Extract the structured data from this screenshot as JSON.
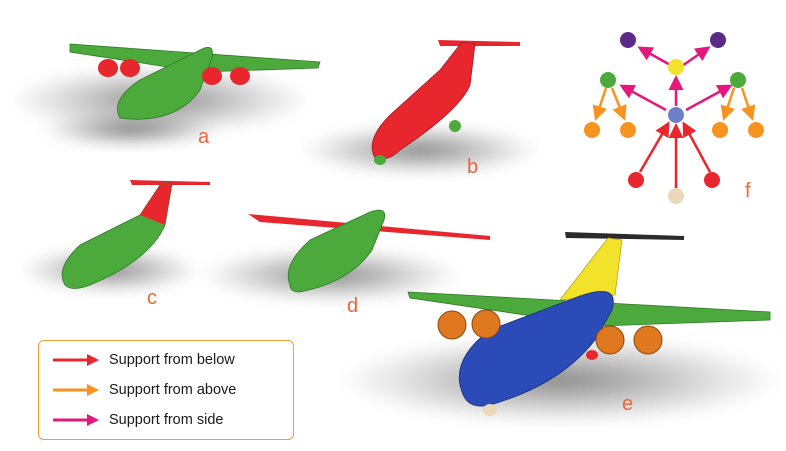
{
  "panels": {
    "a": "a",
    "b": "b",
    "c": "c",
    "d": "d",
    "e": "e",
    "f": "f"
  },
  "legend": {
    "items": [
      {
        "label": "Support from below",
        "color": "#e8262e"
      },
      {
        "label": "Support from above",
        "color": "#f7931e"
      },
      {
        "label": "Support from side",
        "color": "#e6177a"
      }
    ]
  },
  "colors": {
    "green": "#4caa3c",
    "red": "#e8262e",
    "blue": "#2a4bb8",
    "yellow": "#f2e22a",
    "purple": "#5b2a86",
    "orange": "#f7931e",
    "node_blue": "#6f7fc6",
    "beige": "#ead8b8",
    "label": "#e8663a"
  }
}
